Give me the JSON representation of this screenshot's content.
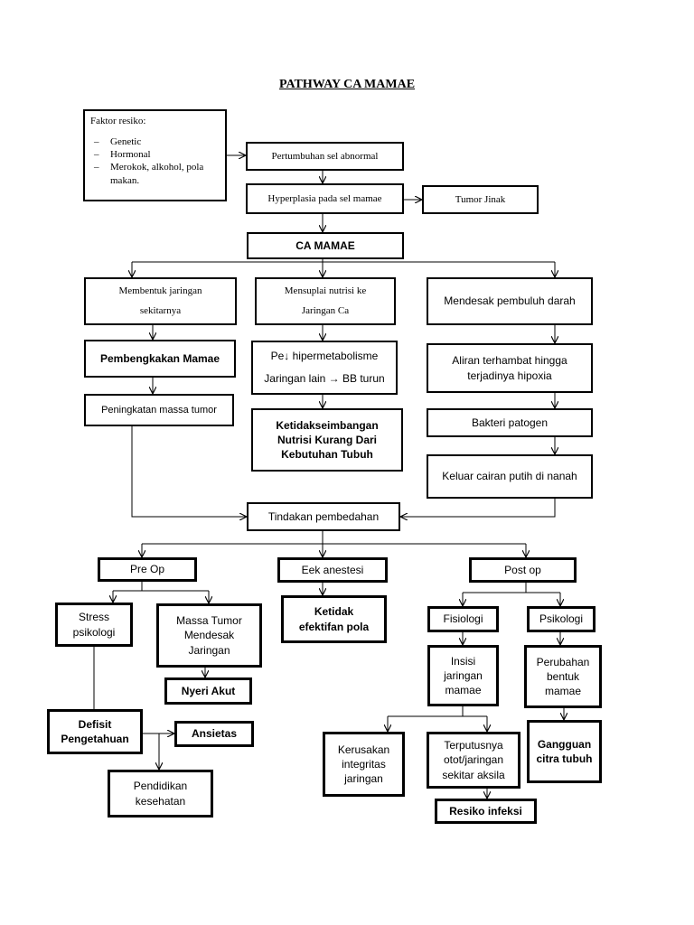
{
  "title": "PATHWAY CA MAMAE",
  "nodes": {
    "faktor_resiko": {
      "heading": "Faktor resiko:",
      "items": [
        "Genetic",
        "Hormonal",
        "Merokok, alkohol, pola makan."
      ]
    },
    "pertumbuhan": "Pertumbuhan sel  abnormal",
    "hyperplasia": "Hyperplasia pada sel mamae",
    "tumor_jinak": "Tumor Jinak",
    "ca_mamae": "CA MAMAE",
    "membentuk": {
      "line1": "Membentuk jaringan",
      "line2": "sekitarnya"
    },
    "mensuplai": {
      "line1": "Mensuplai nutrisi ke",
      "line2": "Jaringan Ca"
    },
    "mendesak": "Mendesak pembuluh darah",
    "pembengkakan": "Pembengkakan Mamae",
    "hipermetabolisme": {
      "line1": "Pe↓ hipermetabolisme",
      "line2": "Jaringan lain → BB turun"
    },
    "aliran": "Aliran terhambat hingga terjadinya hipoxia",
    "peningkatan": "Peningkatan massa tumor",
    "ketidakseimbangan": "Ketidakseimbangan Nutrisi Kurang Dari Kebutuhan Tubuh",
    "bakteri": "Bakteri patogen",
    "keluar": "Keluar cairan putih di nanah",
    "tindakan": "Tindakan pembedahan",
    "pre_op": "Pre Op",
    "eek": "Eek anestesi",
    "post_op": "Post op",
    "stress": "Stress psikologi",
    "massa": "Massa Tumor Mendesak Jaringan",
    "ketidak_efektifan": "Ketidak efektifan pola",
    "fisiologi": "Fisiologi",
    "psikologi": "Psikologi",
    "nyeri": "Nyeri Akut",
    "insisi": "Insisi jaringan mamae",
    "perubahan": "Perubahan bentuk mamae",
    "defisit": "Defisit Pengetahuan",
    "ansietas": "Ansietas",
    "gangguan": "Gangguan citra tubuh",
    "kerusakan": "Kerusakan integritas jaringan",
    "terputusnya": "Terputusnya otot/jaringan sekitar aksila",
    "pendidikan": "Pendidikan kesehatan",
    "resiko_infeksi": "Resiko infeksi"
  }
}
